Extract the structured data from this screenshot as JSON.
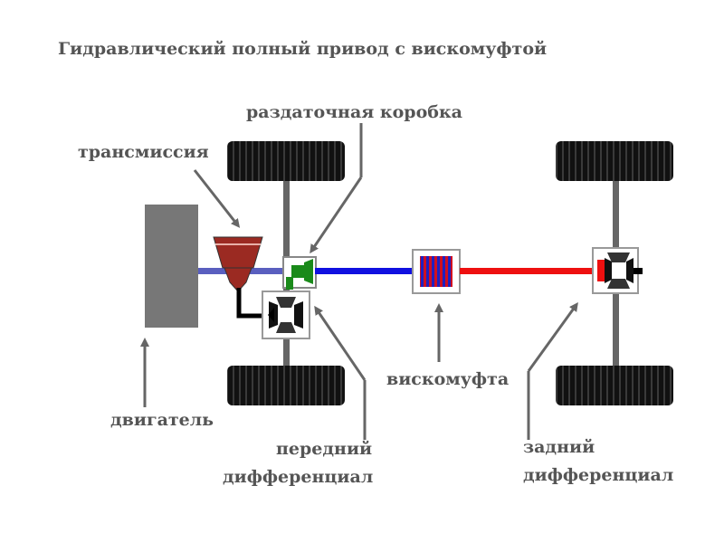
{
  "title": "Гидравлический полный привод с вискомуфтой",
  "labels": {
    "transfer_case": "раздаточная коробка",
    "transmission": "трансмиссия",
    "engine": "двигатель",
    "viscous_coupling": "вискомуфта",
    "front_diff_line1": "передний",
    "front_diff_line2": "дифференциал",
    "rear_diff_line1": "задний",
    "rear_diff_line2": "дифференциал"
  },
  "colors": {
    "engine": "#777777",
    "transmission": "#9b2a22",
    "shaft_front": "#5a5fbf",
    "shaft_blue": "#1010e0",
    "shaft_red": "#ee1010",
    "transfer_case": "#1a8a1a",
    "axle": "#666666",
    "tire": "#111111",
    "arrow": "#666666",
    "text": "#555555"
  }
}
